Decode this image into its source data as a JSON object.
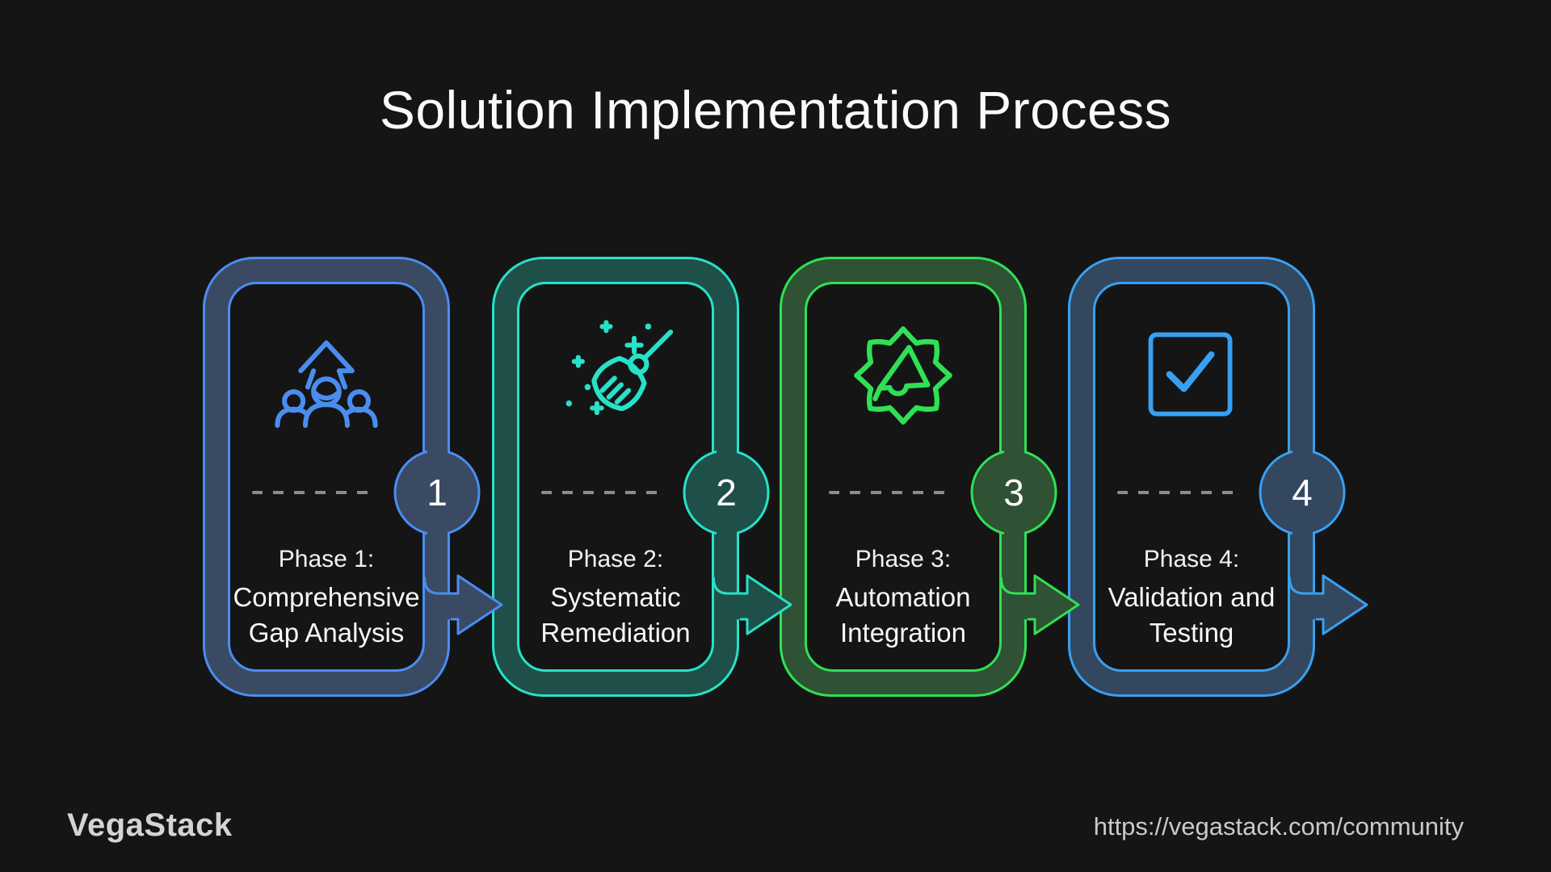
{
  "title": "Solution Implementation Process",
  "background_color": "#151515",
  "text_color": "#F2F2F2",
  "dash_color": "#8C8C8C",
  "phases": [
    {
      "number": "1",
      "label": "Phase 1:",
      "line1": "Comprehensive",
      "line2": "Gap Analysis",
      "icon": "team-growth-icon",
      "accent_color": "#4A8DF0",
      "band_fill_color": "#3A4A63"
    },
    {
      "number": "2",
      "label": "Phase 2:",
      "line1": "Systematic",
      "line2": "Remediation",
      "icon": "broom-sparkles-icon",
      "accent_color": "#27E1C8",
      "band_fill_color": "#1F4F49"
    },
    {
      "number": "3",
      "label": "Phase 3:",
      "line1": "Automation",
      "line2": "Integration",
      "icon": "gear-megaphone-icon",
      "accent_color": "#2EE156",
      "band_fill_color": "#2E5233"
    },
    {
      "number": "4",
      "label": "Phase 4:",
      "line1": "Validation and",
      "line2": "Testing",
      "icon": "checkbox-check-icon",
      "accent_color": "#38A0F2",
      "band_fill_color": "#33475F"
    }
  ],
  "footer": {
    "logo_text": "VegaStack",
    "url": "https://vegastack.com/community"
  }
}
